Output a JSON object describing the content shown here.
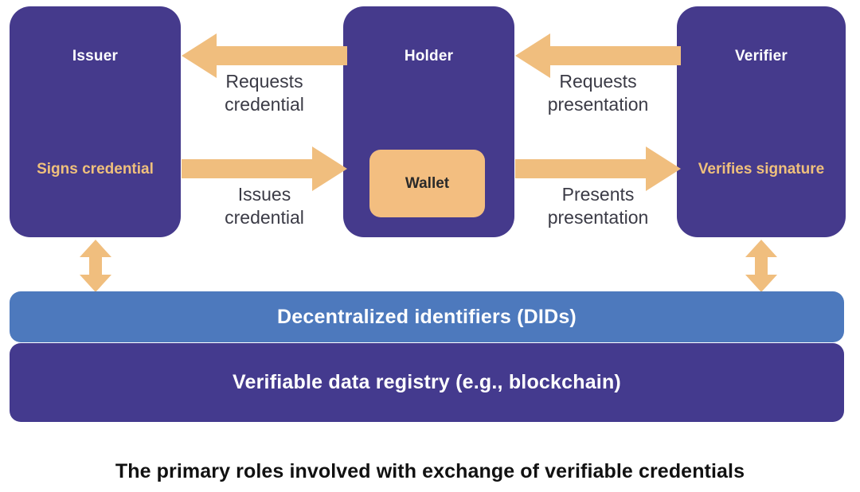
{
  "diagram": {
    "caption": "The primary roles involved with exchange of verifiable credentials",
    "colors": {
      "role_box_purple": "#453A8C",
      "registry_purple": "#443A8E",
      "did_blue": "#4D79BD",
      "arrow_orange": "#F0BE7E",
      "wallet_orange": "#F3BE80",
      "action_gold": "#EFC07C",
      "label_text": "#3b3b46",
      "caption_text": "#111111",
      "background": "#ffffff"
    },
    "roles": [
      {
        "id": "issuer",
        "title": "Issuer",
        "action": "Signs\ncredential"
      },
      {
        "id": "holder",
        "title": "Holder",
        "wallet_label": "Wallet"
      },
      {
        "id": "verifier",
        "title": "Verifier",
        "action": "Verifies\nsignature"
      }
    ],
    "flows": [
      {
        "id": "requests-credential",
        "label": "Requests\ncredential",
        "from": "holder",
        "to": "issuer",
        "direction": "left"
      },
      {
        "id": "issues-credential",
        "label": "Issues\ncredential",
        "from": "issuer",
        "to": "holder",
        "direction": "right"
      },
      {
        "id": "requests-presentation",
        "label": "Requests\npresentation",
        "from": "verifier",
        "to": "holder",
        "direction": "left"
      },
      {
        "id": "presents-presentation",
        "label": "Presents\npresentation",
        "from": "holder",
        "to": "verifier",
        "direction": "right"
      }
    ],
    "layers": [
      {
        "id": "did",
        "label": "Decentralized identifiers (DIDs)"
      },
      {
        "id": "registry",
        "label": "Verifiable data registry (e.g., blockchain)"
      }
    ]
  }
}
